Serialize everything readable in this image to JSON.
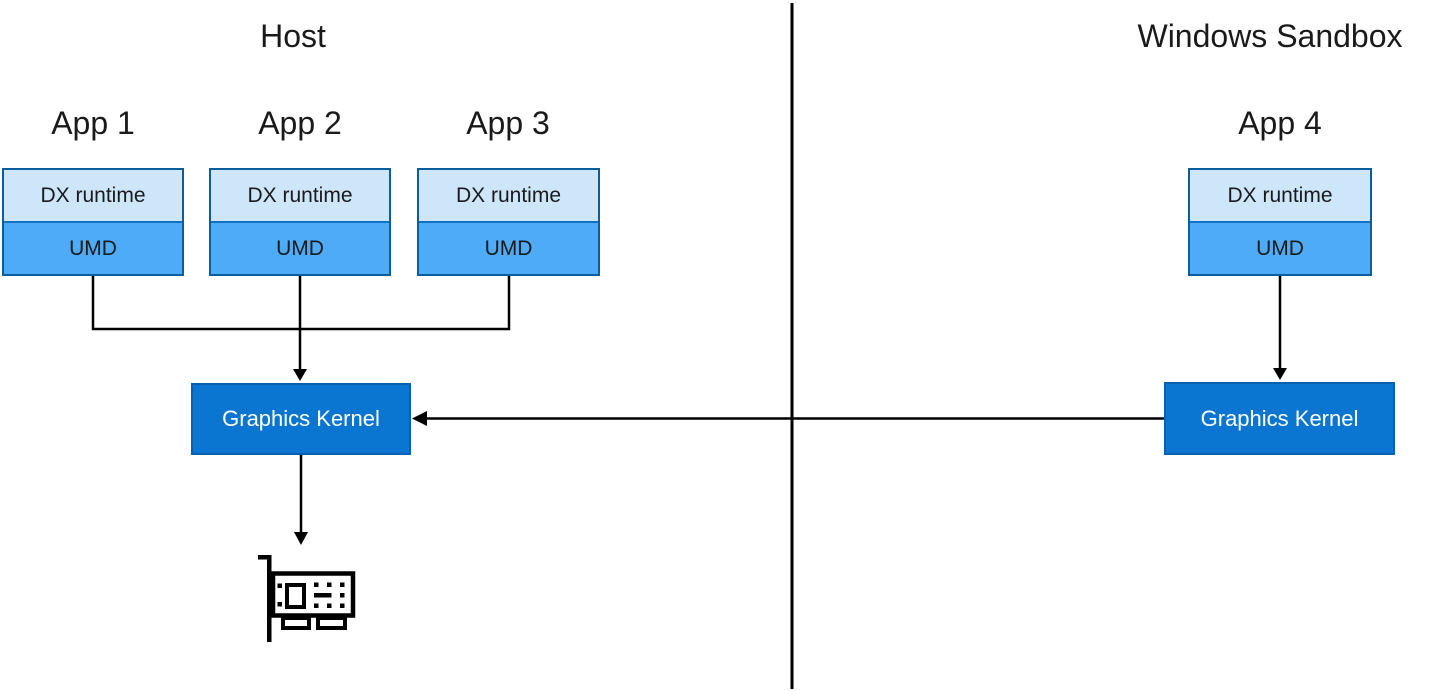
{
  "host": {
    "title": "Host",
    "apps": [
      {
        "label": "App 1",
        "runtime": "DX runtime",
        "driver": "UMD"
      },
      {
        "label": "App 2",
        "runtime": "DX runtime",
        "driver": "UMD"
      },
      {
        "label": "App 3",
        "runtime": "DX runtime",
        "driver": "UMD"
      }
    ],
    "kernel_label": "Graphics Kernel",
    "gpu_icon": "pci-graphics-card-icon"
  },
  "sandbox": {
    "title": "Windows Sandbox",
    "apps": [
      {
        "label": "App 4",
        "runtime": "DX runtime",
        "driver": "UMD"
      }
    ],
    "kernel_label": "Graphics Kernel"
  },
  "colors": {
    "runtime-fill": "#cee6f9",
    "umd-fill": "#4dabf7",
    "box-border": "#0b5d9d",
    "row-divider": "#1472c4",
    "kernel-fill": "#0b76d1",
    "kernel-border": "#0a5fae",
    "kernel-text": "#ffffff",
    "line-color": "#000000",
    "text-color": "#1a1a1a",
    "bg": "#ffffff"
  }
}
